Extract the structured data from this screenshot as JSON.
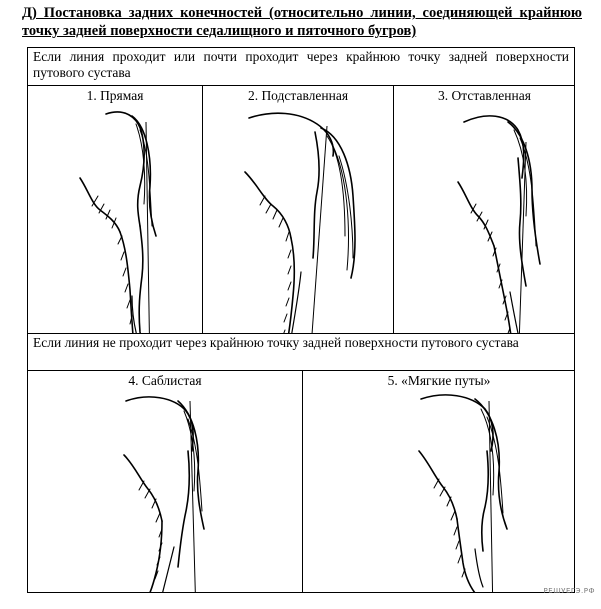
{
  "heading": "Д) Постановка задних конечностей (относительно линии, соединяющей крайнюю точку задней поверхности седалищного и пяточного бугров)",
  "row1": {
    "condition": "Если линия проходит или почти проходит через крайнюю точку задней поверхности путового сустава",
    "panels": [
      {
        "caption": "1. Прямая"
      },
      {
        "caption": "2. Подставленная"
      },
      {
        "caption": "3. Отставленная"
      }
    ]
  },
  "row2": {
    "condition": "Если линия не проходит через крайнюю точку задней поверхности путового сустава",
    "panels": [
      {
        "caption": "4. Саблистая"
      },
      {
        "caption": "5. «Мягкие путы»"
      }
    ]
  },
  "watermark": "РЕШУЕГЭ.РФ"
}
